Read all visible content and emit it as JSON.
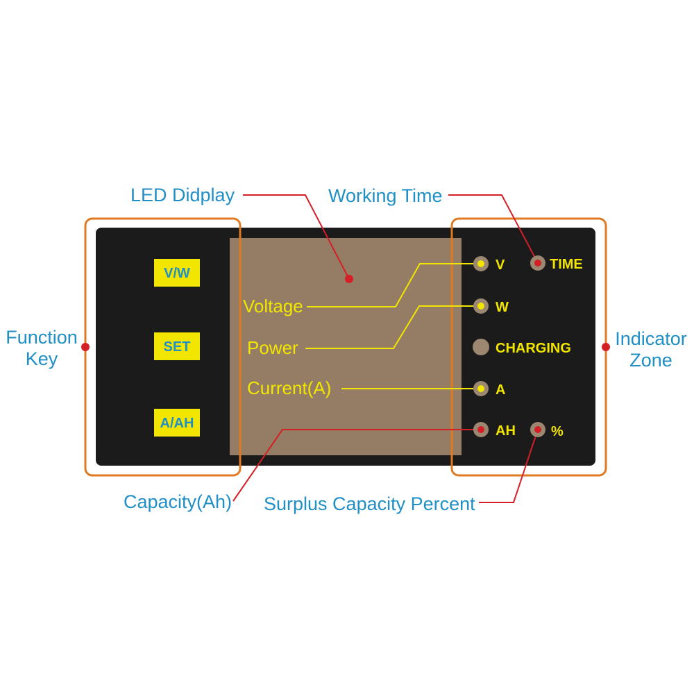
{
  "callouts": {
    "led_display": "LED Didplay",
    "working_time": "Working Time",
    "function_key_line1": "Function",
    "function_key_line2": "Key",
    "indicator_zone_line1": "Indicator",
    "indicator_zone_line2": "Zone",
    "capacity": "Capacity(Ah)",
    "surplus": "Surplus Capacity Percent"
  },
  "display_labels": {
    "voltage": "Voltage",
    "power": "Power",
    "current": "Current(A)"
  },
  "keys": {
    "vw": "V/W",
    "set": "SET",
    "aah": "A/AH"
  },
  "indicators": {
    "v": "V",
    "w": "W",
    "charging": "CHARGING",
    "a": "A",
    "ah": "AH",
    "time": "TIME",
    "percent": "%"
  },
  "colors": {
    "panel": "#1b1b1b",
    "display": "#957d65",
    "key": "#f2e600",
    "callout_text": "#1f8fc6",
    "leader_red": "#d51f27",
    "leader_yellow": "#f2e600",
    "bracket": "#e07a22",
    "led_off": "#9c8771"
  }
}
